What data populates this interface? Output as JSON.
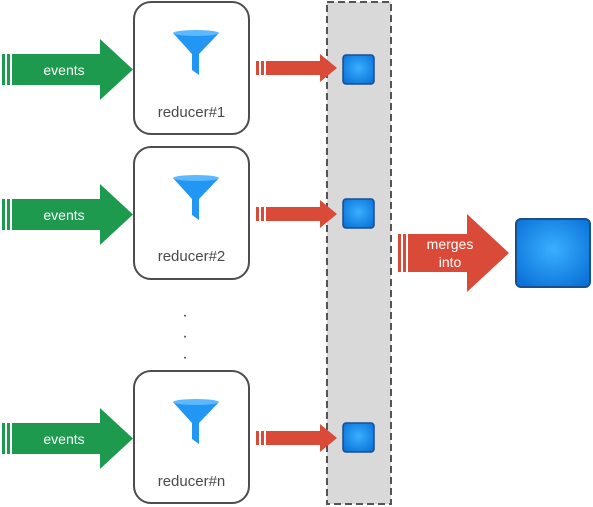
{
  "reducers": [
    {
      "label": "reducer#1",
      "input_label": "events"
    },
    {
      "label": "reducer#2",
      "input_label": "events"
    },
    {
      "label": "reducer#n",
      "input_label": "events"
    }
  ],
  "ellipsis": [
    "·",
    "·",
    "·"
  ],
  "merge": {
    "line1": "merges",
    "line2": "into"
  },
  "colors": {
    "green_arrow": "#1e9a4e",
    "red_arrow": "#d94a38",
    "blue_box": "#1e8ff0",
    "panel_fill": "#d9d9d9",
    "panel_border": "#555555",
    "reducer_border": "#4d4d4d",
    "funnel": "#2196f3"
  },
  "icons": {
    "reducer_icon": "funnel-icon"
  }
}
